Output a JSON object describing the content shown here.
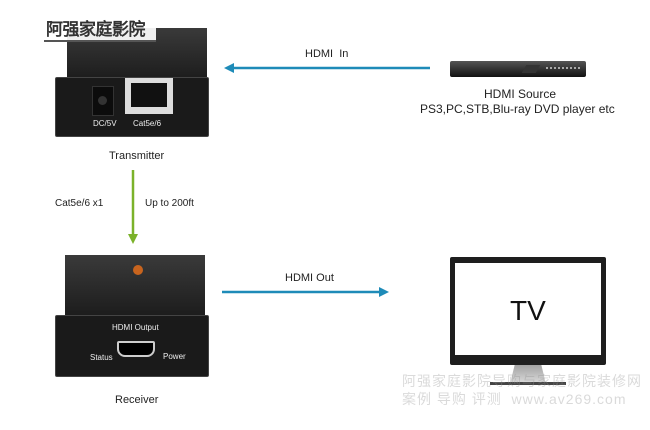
{
  "logo": {
    "text": "阿强家庭影院"
  },
  "transmitter": {
    "label": "Transmitter",
    "port_labels": [
      "DC/5V",
      "Cat5e/6"
    ]
  },
  "receiver": {
    "label": "Receiver",
    "port_label": "HDMI Output",
    "status_label": "Status",
    "power_label": "Power"
  },
  "source": {
    "title": "HDMI Source",
    "subtitle": "PS3,PC,STB,Blu-ray DVD player etc"
  },
  "arrows": {
    "hdmi_in": {
      "label": "HDMI  In",
      "color": "#1e8bb8"
    },
    "hdmi_out": {
      "label": "HDMI Out",
      "color": "#1e8bb8"
    },
    "cable": {
      "left_label": "Cat5e/6 x1",
      "right_label": "Up to 200ft",
      "color": "#7bb22a"
    }
  },
  "tv": {
    "screen_text": "TV"
  },
  "watermark": {
    "line1": "阿强家庭影院导购与家庭影院装修网",
    "line2": "案例 导购 评测  www.av269.com"
  }
}
